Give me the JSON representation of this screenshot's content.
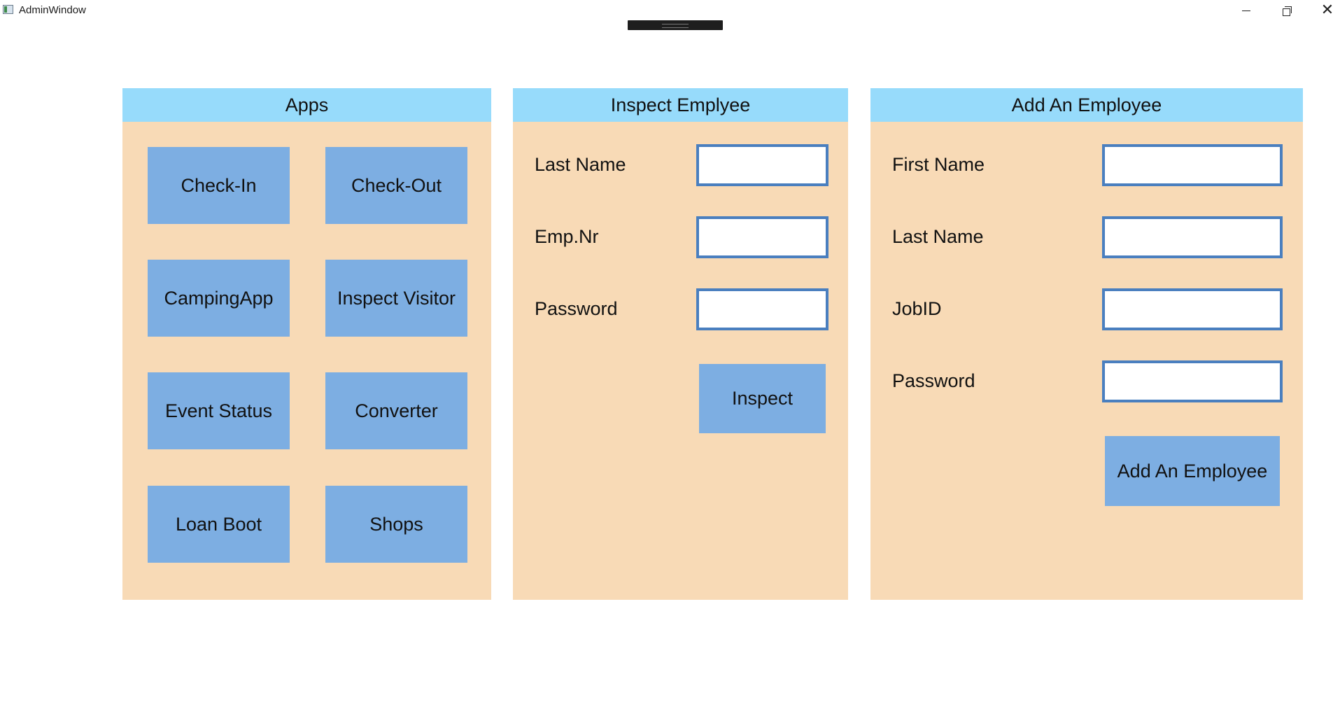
{
  "window": {
    "title": "AdminWindow",
    "minimize_icon": "minimize-icon",
    "maximize_icon": "restore-icon",
    "close_icon": "close-icon",
    "close_glyph": "✕"
  },
  "apps_panel": {
    "header": "Apps",
    "buttons": [
      {
        "label": "Check-In"
      },
      {
        "label": "Check-Out"
      },
      {
        "label": "CampingApp"
      },
      {
        "label": "Inspect Visitor"
      },
      {
        "label": "Event Status"
      },
      {
        "label": "Converter"
      },
      {
        "label": "Loan Boot"
      },
      {
        "label": "Shops"
      }
    ]
  },
  "inspect_panel": {
    "header": "Inspect Emplyee",
    "fields": [
      {
        "label": "Last Name",
        "value": "",
        "placeholder": ""
      },
      {
        "label": "Emp.Nr",
        "value": "",
        "placeholder": ""
      },
      {
        "label": "Password",
        "value": "",
        "placeholder": ""
      }
    ],
    "button_label": "Inspect"
  },
  "add_panel": {
    "header": "Add An Employee",
    "fields": [
      {
        "label": "First Name",
        "value": "",
        "placeholder": ""
      },
      {
        "label": "Last Name",
        "value": "",
        "placeholder": ""
      },
      {
        "label": "JobID",
        "value": "",
        "placeholder": ""
      },
      {
        "label": "Password",
        "value": "",
        "placeholder": ""
      }
    ],
    "button_label": "Add An Employee"
  },
  "colors": {
    "panel_bg": "#f8dab6",
    "header_bg": "#97dbfb",
    "button_bg": "#7daee2",
    "input_border": "#4a7fbf"
  }
}
